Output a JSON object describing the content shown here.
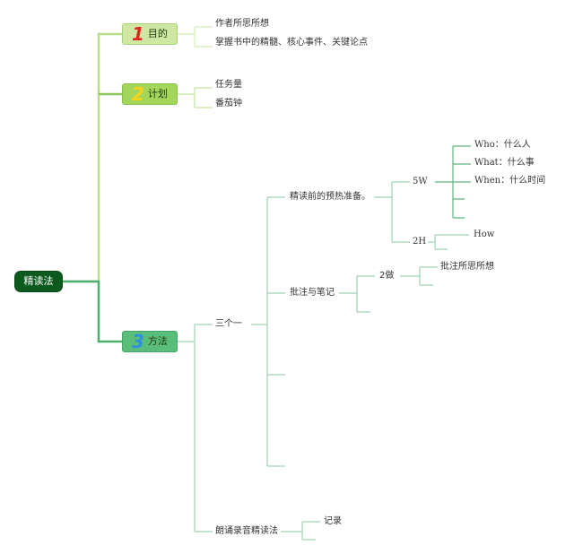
{
  "root": {
    "label": "精读法"
  },
  "branches": {
    "goal": {
      "number": "1",
      "label": "目的",
      "items": [
        "作者所思所想",
        "掌握书中的精髓、核心事件、关键论点"
      ]
    },
    "plan": {
      "number": "2",
      "label": "计划",
      "items": [
        "任务量",
        "番茄钟"
      ]
    },
    "method": {
      "number": "3",
      "label": "方法",
      "three_one": {
        "label": "三个一",
        "prep": {
          "label": "精读前的预热准备。",
          "five_w": {
            "label": "5W",
            "items": [
              "Who：什么人",
              "What：什么事",
              "When：什么时间"
            ]
          },
          "two_h": {
            "label": "2H",
            "items": [
              "How"
            ]
          }
        },
        "annotate": {
          "label": "批注与笔记",
          "two_do": {
            "label": "2做",
            "items": [
              "批注所思所想"
            ]
          }
        }
      },
      "reading": {
        "label": "朗诵录音精读法",
        "items": [
          "记录"
        ]
      }
    }
  },
  "colors": {
    "root_fill": "#0d5a1f",
    "branch1_line": "#b9dd8a",
    "branch2_line": "#8cc85a",
    "branch3_line": "#4fae6e",
    "sub_line": "#9fd3b3"
  }
}
